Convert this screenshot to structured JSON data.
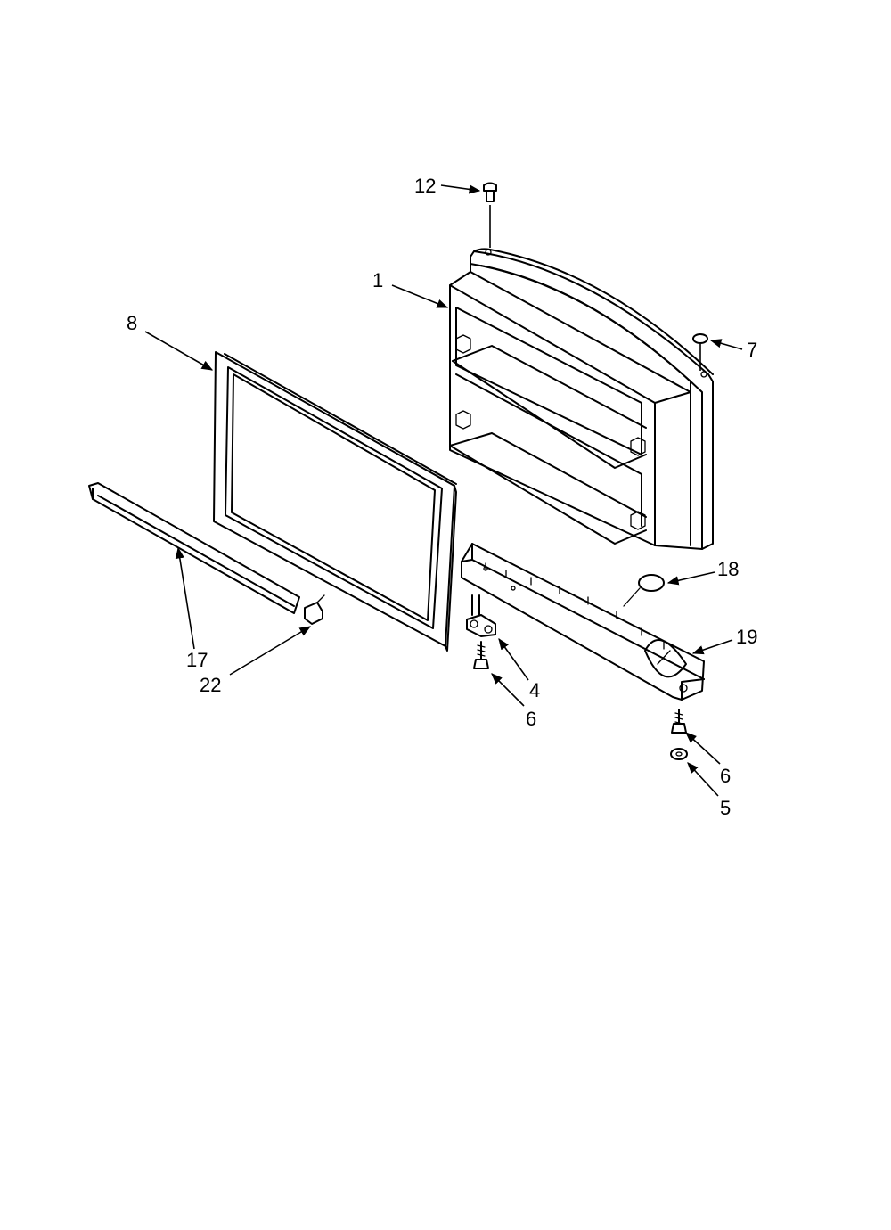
{
  "callouts": {
    "c12": "12",
    "c1": "1",
    "c7": "7",
    "c8": "8",
    "c18": "18",
    "c19": "19",
    "c17": "17",
    "c22": "22",
    "c4": "4",
    "c6a": "6",
    "c6b": "6",
    "c5": "5"
  }
}
